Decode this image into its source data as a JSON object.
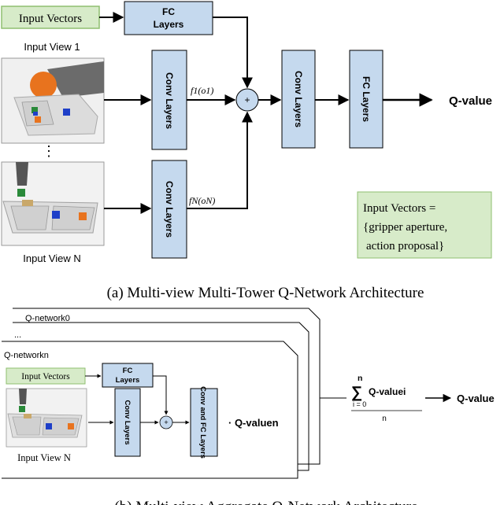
{
  "top": {
    "input_vectors": "Input Vectors",
    "fc_layers_line1": "FC",
    "fc_layers_line2": "Layers",
    "input_view_1": "Input View 1",
    "ellipsis": "⋮",
    "input_view_n": "Input View N",
    "conv_layers": "Conv Layers",
    "f1_label": "f1(o1)",
    "fN_label": "fN(oN)",
    "plus": "+",
    "fc_layers_vertical": "FC Layers",
    "q_value": "Q-value",
    "note_line1": "Input Vectors =",
    "note_line2": "{gripper aperture,",
    "note_line3": "action proposal}",
    "caption": "(a) Multi-view Multi-Tower Q-Network Architecture"
  },
  "bottom": {
    "qnet0": "Q-network0",
    "dots": "...",
    "qnetn": "Q-networkn",
    "input_vectors": "Input Vectors",
    "fc_line1": "FC",
    "fc_line2": "Layers",
    "conv_layers": "Conv Layers",
    "conv_fc_layers": "Conv and FC Layers",
    "plus": "+",
    "q_value_n": "· Q-valuen",
    "input_view_n": "Input View N",
    "sum_top": "n",
    "sum_symbol": "∑",
    "sum_term": "Q-valuei",
    "sum_bottom": "i = 0",
    "sum_denominator": "n",
    "q_value": "Q-value",
    "caption": "(b) Multi-view Aggregate Q-Network Architecture"
  },
  "colors": {
    "box_blue": "#c5d9ee",
    "box_green": "#d7ebc9",
    "box_green_border": "#8fbf70",
    "stroke": "#000000"
  }
}
